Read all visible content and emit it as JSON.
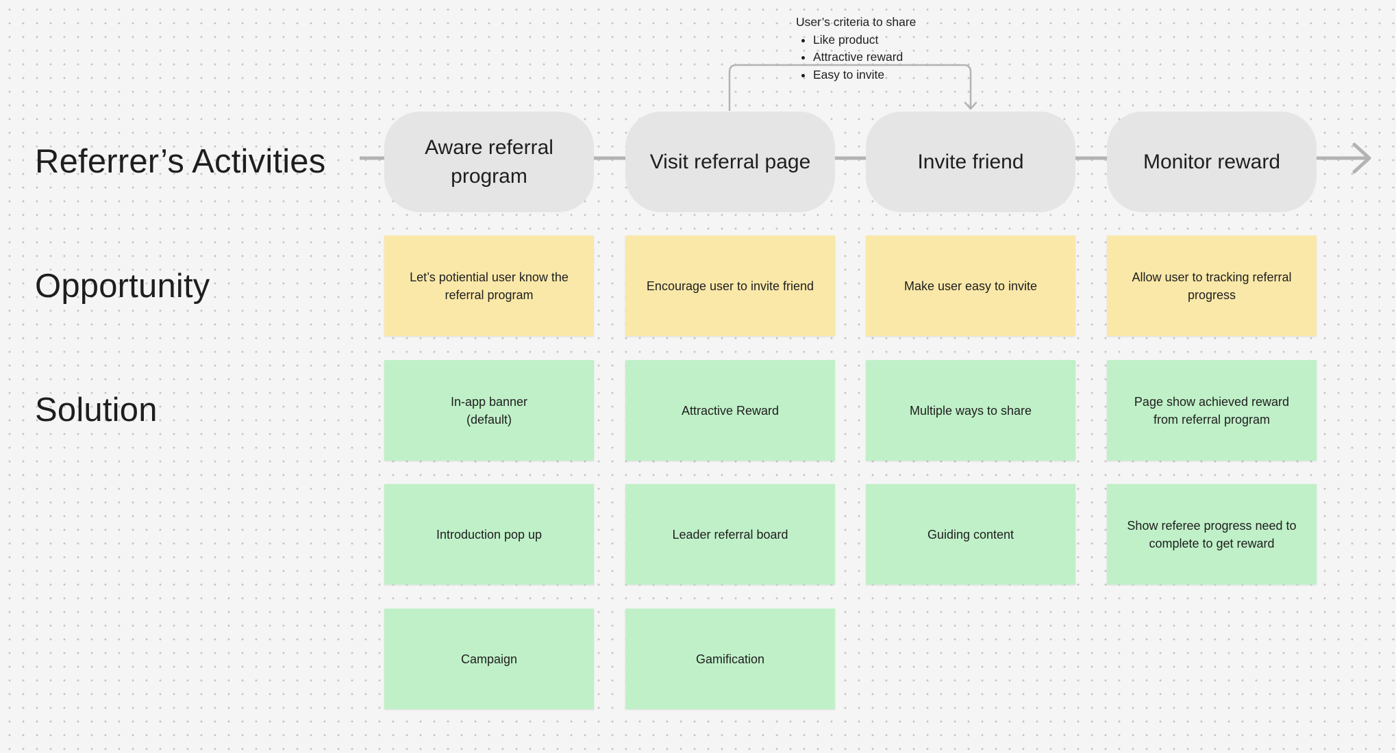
{
  "row_labels": {
    "activities": "Referrer’s Activities",
    "opportunity": "Opportunity",
    "solution": "Solution"
  },
  "note": {
    "title": "User’s criteria to share",
    "bullets": [
      "Like product",
      "Attractive reward",
      "Easy to invite"
    ]
  },
  "activities": [
    "Aware referral program",
    "Visit referral page",
    "Invite friend",
    "Monitor reward"
  ],
  "opportunities": [
    "Let’s potiential user know the referral program",
    "Encourage user to invite friend",
    "Make user easy to invite",
    "Allow user to tracking referral progress"
  ],
  "solutions": [
    [
      "In-app banner\n(default)",
      "Attractive Reward",
      "Multiple ways to share",
      "Page show achieved reward from referral program"
    ],
    [
      "Introduction pop up",
      "Leader referral board",
      "Guiding content",
      "Show referee progress need to complete to get reward"
    ],
    [
      "Campaign",
      "Gamification",
      "",
      ""
    ]
  ],
  "colors": {
    "activity_fill": "#e5e5e5",
    "opportunity_fill": "#fae8a9",
    "solution_fill": "#c0f0c8",
    "connector": "#b3b3b3",
    "canvas": "#f5f5f5"
  }
}
